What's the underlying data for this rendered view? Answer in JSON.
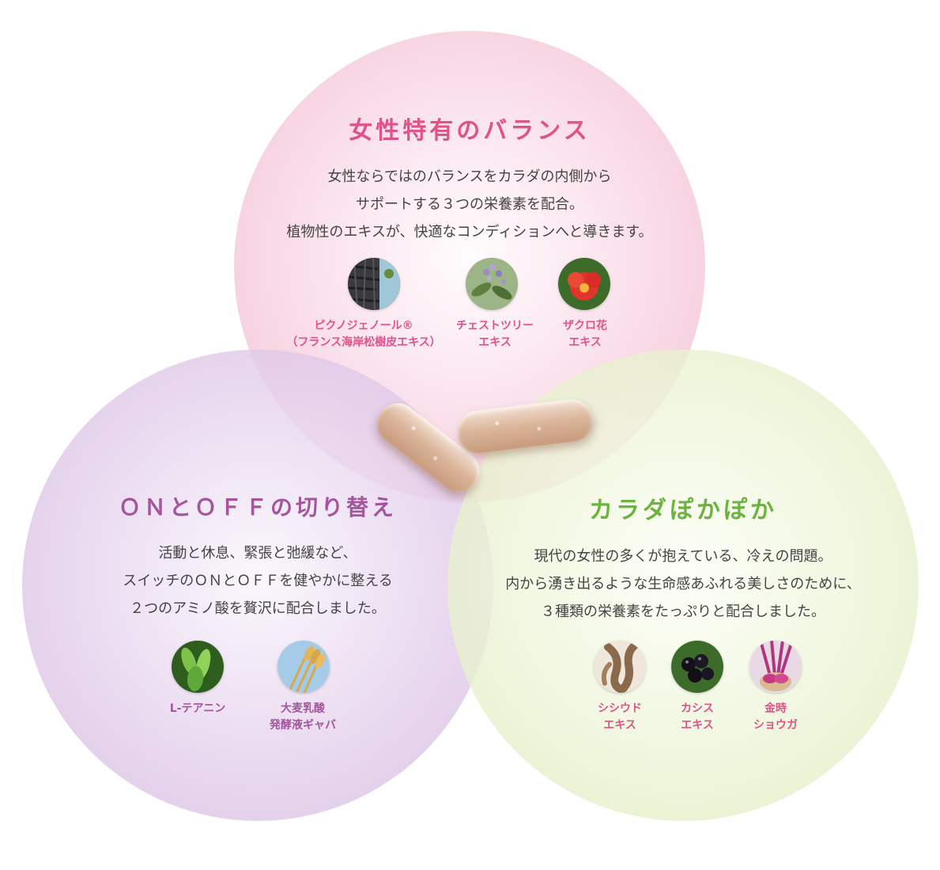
{
  "top": {
    "title": "女性特有のバランス",
    "desc": [
      "女性ならではのバランスをカラダの内側から",
      "サポートする３つの栄養素を配合。",
      "植物性のエキスが、快適なコンディションへと導きます。"
    ],
    "items": [
      {
        "line1": "ピクノジェノール®",
        "line2": "（フランス海岸松樹皮エキス）",
        "icon": "pine-bark-icon"
      },
      {
        "line1": "チェストツリー",
        "line2": "エキス",
        "icon": "chaste-tree-icon"
      },
      {
        "line1": "ザクロ花",
        "line2": "エキス",
        "icon": "pomegranate-flower-icon"
      }
    ],
    "color": "#e0528a"
  },
  "left": {
    "title": "ＯＮとＯＦＦの切り替え",
    "desc": [
      "活動と休息、緊張と弛緩など、",
      "スイッチのＯＮとＯＦＦを健やかに整える",
      "２つのアミノ酸を贅沢に配合しました。"
    ],
    "items": [
      {
        "line1": "L-テアニン",
        "line2": "",
        "icon": "tea-leaf-icon"
      },
      {
        "line1": "大麦乳酸",
        "line2": "発酵液ギャバ",
        "icon": "barley-icon"
      }
    ],
    "color": "#a4559e"
  },
  "right": {
    "title": "カラダぽかぽか",
    "desc": [
      "現代の女性の多くが抱えている、冷えの問題。",
      "内から湧き出るような生命感あふれる美しさのために、",
      "３種類の栄養素をたっぷりと配合しました。"
    ],
    "items": [
      {
        "line1": "シシウド",
        "line2": "エキス",
        "icon": "angelica-root-icon"
      },
      {
        "line1": "カシス",
        "line2": "エキス",
        "icon": "blackcurrant-icon"
      },
      {
        "line1": "金時",
        "line2": "ショウガ",
        "icon": "ginger-icon"
      }
    ],
    "color": "#6cb33f"
  }
}
